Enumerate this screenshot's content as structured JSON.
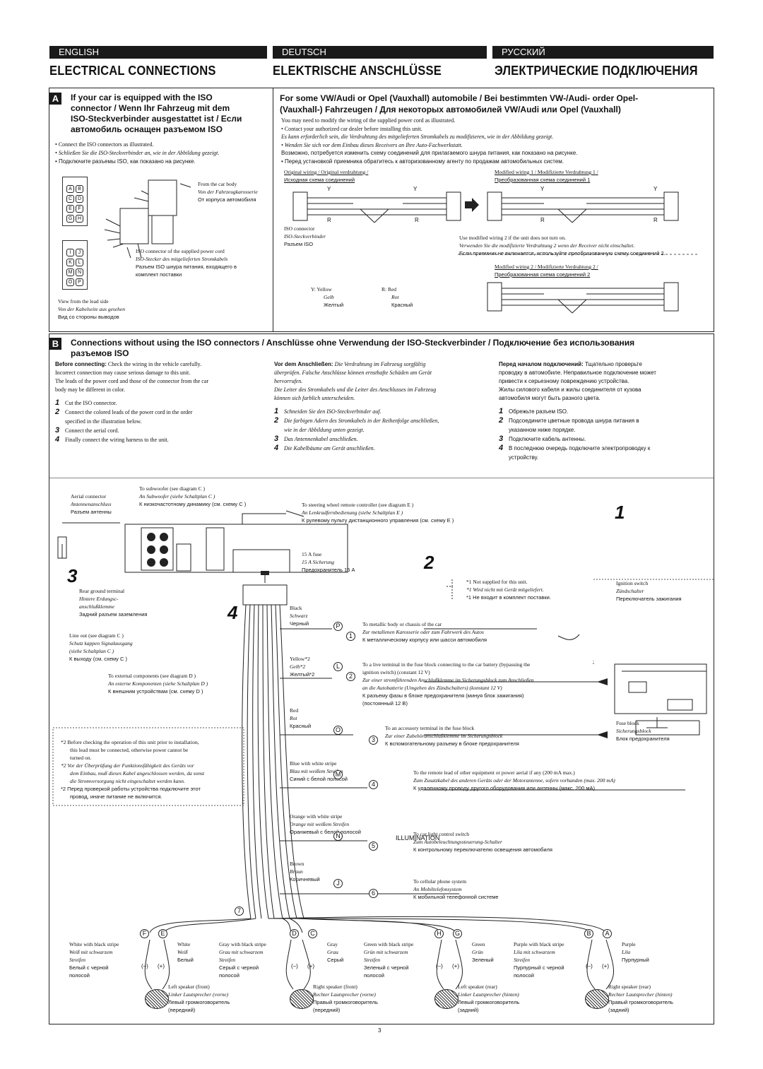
{
  "tabs": {
    "en": "ENGLISH",
    "de": "DEUTSCH",
    "ru": "РУССКИЙ"
  },
  "titles": {
    "en": "ELECTRICAL CONNECTIONS",
    "de": "ELEKTRISCHE ANSCHLÜSSE",
    "ru": "ЭЛЕКТРИЧЕСКИЕ ПОДКЛЮЧЕНИЯ"
  },
  "secA": {
    "badge": "A",
    "heading": [
      "If your car is equipped with the ISO",
      "connector / Wenn Ihr Fahrzeug mit dem",
      "ISO-Steckverbinder ausgestattet ist / Если",
      "автомобиль оснащен разъемом ISO"
    ],
    "bullets": [
      "Connect the ISO connectors as illustrated.",
      "Schließen Sie die ISO-Steckverbinder an, wie in der Abbildung gezeigt.",
      "Подключите разъемы ISO, как показано на рисунке."
    ],
    "car_body": [
      "From the car body",
      "Von der Fahrzeugkarosserie",
      "От корпуса автомобиля"
    ],
    "iso_supplied": [
      "ISO connector of the supplied power cord",
      "ISO-Stecker des mitgelieferten Stromkabels",
      "Разъем ISO шнура питания, входящего в",
      "комплект поставки"
    ],
    "lead_side": [
      "View from the lead side",
      "Von der Kabelseite aus gesehen",
      "Вид со стороны выводов"
    ],
    "pins_top": [
      "A",
      "B",
      "C",
      "D",
      "E",
      "F",
      "G",
      "H"
    ],
    "pins_bot": [
      "I",
      "J",
      "K",
      "L",
      "M",
      "N",
      "O",
      "P"
    ],
    "right_heading": [
      "For some VW/Audi or Opel (Vauxhall) automobile / Bei bestimmten VW-/Audi- order Opel-",
      "(Vauxhall-) Fahrzeugen / Для некоторых автомобилей VW/Audi или Opel (Vauxhall)"
    ],
    "right_body": [
      "You may need to modify the wiring of the supplied power cord as illustrated.",
      "•  Contact your authorized car dealer before installing this unit.",
      "Es kann erforderlich sein, die Verdrahtung des mitgelieferten Stromkabels zu modifizieren, wie in der Abbildung gezeigt.",
      "•  Wenden Sie sich vor dem Einbau dieses Receivers an Ihre Auto-Fachwerkstatt.",
      "Возможно, потребуется изменить схему соединений для прилагаемого шнура питания, как показано на рисунке.",
      "•  Перед установкой приемника обратитесь к авторизованному агенту по продажам автомобильных систем."
    ],
    "orig_wiring": [
      "Original wiring / Original verdrahtung /",
      "Исходная схема соединений"
    ],
    "mod1": [
      "Modified wiring 1 / Modifizierte Verdrahtung 1 /",
      "Преобразованная схема соединений 1"
    ],
    "mod2": [
      "Modified wiring 2 / Modifizierte Verdrahtung 2 /",
      "Преобразованная схема соединений 2"
    ],
    "iso_conn": [
      "ISO connector",
      "ISO-Steckverbinder",
      "Разъем ISO"
    ],
    "use_mod": [
      "Use modified wiring 2 if the unit does not turn on.",
      "Verwenden Sie die modifizierte Verdrahtung 2 wenn der Receiver nicht einschaltet.",
      "Если приемник не включается, используйте преобразованную схему соединений 2."
    ],
    "yellow": [
      "Y:  Yellow",
      "Gelb",
      "Желтый"
    ],
    "red": [
      "R:  Red",
      "Rot",
      "Красный"
    ],
    "Y": "Y",
    "R": "R"
  },
  "secB": {
    "badge": "B",
    "heading": [
      "Connections without using the ISO connectors / Anschlüsse ohne Verwendung der ISO-Steckverbinder / Подключение без использования",
      "разъемов ISO"
    ],
    "en": {
      "before_b": "Before connecting:",
      "before": " Check the wiring in the vehicle carefully.",
      "lines": [
        "Incorrect connection may cause serious damage to this unit.",
        "The leads of the power cord and those of the connector from the car",
        "body may be different in color."
      ],
      "steps": [
        [
          "1",
          "Cut the ISO connector."
        ],
        [
          "2",
          "Connect the colored leads of the power cord in the order"
        ],
        [
          "",
          "specified in the illustration below."
        ],
        [
          "3",
          "Connect the aerial cord."
        ],
        [
          "4",
          "Finally connect the wiring harness to the unit."
        ]
      ]
    },
    "de": {
      "before_b": "Vor dem Anschließen:",
      "before": " Die Verdrahtung im Fahrzeug sorgfältig",
      "lines": [
        "überprüfen. Falsche Anschlüsse können ernsthafte Schäden am Gerät",
        "hervorrufen.",
        "Die Leiter des Stromkabels und die Leiter des Anschlusses im Fahrzeug",
        "können sich farblich unterscheiden."
      ],
      "steps": [
        [
          "1",
          "Schneiden Sie den ISO-Steckverbinder auf."
        ],
        [
          "2",
          "Die farbigen Adern des Stromkabels in der Reihenfolge anschließen,"
        ],
        [
          "",
          "wie in der Abbildung unten gezeigt."
        ],
        [
          "3",
          "Das Antennenkabel anschließen."
        ],
        [
          "4",
          "Die Kabelbäume am Gerät anschließen."
        ]
      ]
    },
    "ru": {
      "before_b": "Перед началом подключений:",
      "before": " Тщательно проверьте",
      "lines": [
        "проводку в автомобиле. Неправильное подключение может",
        "привести к серьезному повреждению устройства.",
        "Жилы силового кабеля и жилы соединителя от кузова",
        "автомобиля могут быть разного цвета."
      ],
      "steps": [
        [
          "1",
          "Обрежьте разъем ISO."
        ],
        [
          "2",
          "Подсоедините цветные провода шнура питания в"
        ],
        [
          "",
          "указанном ниже порядке."
        ],
        [
          "3",
          "Подключите кабель антенны."
        ],
        [
          "4",
          "В последнюю очередь подключите электропроводку к"
        ],
        [
          "",
          "устройству."
        ]
      ]
    }
  },
  "diagram": {
    "aerial": [
      "Aerial connector",
      "Antennenanschluss",
      "Разъем антенны"
    ],
    "subwoofer": [
      "To subwoofer (see diagram C )",
      "An Subwoofer (siehe Schaltplan C )",
      "К низкочастотному динамику (см. схему C )"
    ],
    "steering": [
      "To steering wheel remote controller (see diagram E )",
      "An Lenkradfernbedienung (siehe Schaltplan E )",
      "К рулевому пульту дистанционного управления (см. схему E )"
    ],
    "fuse": [
      "15 A fuse",
      "15 A Sicherung",
      "Предохранитель 15 A"
    ],
    "rear_ground": [
      "Rear ground terminal",
      "Hintere Erdungsc-",
      "anschlußklemme",
      "Задний разъем заземления"
    ],
    "line_out": [
      "Line out (see diagram C )",
      "Schutz kappen Signalausgang",
      "(siehe Schaltplan C )",
      "К выходу (см. схему C )"
    ],
    "ext_comp": [
      "To external components (see diagram D )",
      "An externe Komponenten (siehe Schaltplan D )",
      "К внешним устройствам (см. схему D )"
    ],
    "not_supplied": [
      "*1  Not supplied for this unit.",
      "*1  Wird nicht mit Gerät mitgeliefert.",
      "*1  Не входит в комплект поставки."
    ],
    "ignition": [
      "Ignition switch",
      "Zündschalter",
      "Переключатель зажигания"
    ],
    "fuse_block": [
      "Fuse block",
      "Sicherungsblock",
      "Блок предохранителя"
    ],
    "note2": [
      "*2  Before checking the operation of this unit prior to installation,",
      "this lead must be connected, otherwise power cannot be",
      "turned on.",
      "*2  Vor der Überprüfung der Funktionsfähigkeit des Geräts vor",
      "dem Einbau, muß dieses Kabel angeschlossen werden, da sonst",
      "die Stromversorgung nicht eingeschaltet werden kann.",
      "*2  Перед проверкой работы устройства подключите этот",
      "провод, иначе питание не включится."
    ],
    "wires": [
      {
        "color": [
          "Black",
          "Schwarz",
          "Черный"
        ],
        "letter": "P",
        "num": "1",
        "desc": [
          "To metallic body or chassis of the car",
          "Zur metallenen Karosserie oder zum Fahrwerk des Autos",
          "К металлическому корпусу или шасси автомобиля"
        ]
      },
      {
        "color": [
          "Yellow*2",
          "Gelb*2",
          "Желтый*2"
        ],
        "letter": "L",
        "num": "2",
        "desc": [
          "To a live terminal in the fuse block connecting to the car battery (bypassing the",
          "ignition switch) (constant 12 V)",
          "Zur einer stromführenden Anschlußklemme im Sicherungsblock zum Anschließen",
          "an die Autobatterie (Umgehen des Zündschalters) (konstant 12 V)",
          "К разъему фазы в блоке предохранителя (минуя блок зажигания)",
          "(постоянный 12 В)"
        ]
      },
      {
        "color": [
          "Red",
          "Rot",
          "Красный"
        ],
        "letter": "O",
        "num": "3",
        "desc": [
          "To an accessory terminal in the fuse block",
          "Zur einer Zubehöranschlußklemme im Sicherungsblock",
          "К вспомогательному разъему в блоке предохранителя"
        ]
      },
      {
        "color": [
          "Blue with white stripe",
          "Blau mit weißem Streifen",
          "Синий с белой полосой"
        ],
        "letter": "M",
        "num": "4",
        "desc": [
          "To the remote lead of other equipment or power aerial if any (200 mA max.)",
          "Zum Zusatzkabel des anderen Geräts oder der Motorantenne, sofern vorhanden (max. 200 mA)",
          "К удаленному проводу другого оборудования или антенны (макс. 200 мА)"
        ]
      },
      {
        "color": [
          "Orange with white stripe",
          "Orange mit weißem Streifen",
          "Оранжевый с белой полосой"
        ],
        "letter": "N",
        "num": "5",
        "desc": [
          "To car light control switch",
          "Zum Autobeleuchtungssteuerung-Schalter",
          "К контрольному переключателю освещения автомобиля"
        ]
      },
      {
        "color": [
          "Brown",
          "Braun",
          "Коричневый"
        ],
        "letter": "J",
        "num": "6",
        "desc": [
          "To cellular phone system",
          "An Mobiltelefonsystem",
          "К мобильной телефонной системе"
        ]
      }
    ],
    "illumination": "ILLUMINATION",
    "seven": "7",
    "steps_big": [
      "1",
      "2",
      "3",
      "4"
    ],
    "speakers": [
      {
        "l1": "F",
        "l2": "E",
        "c1": [
          "White with black stripe",
          "Weiß mit schwarzem",
          "Streifen",
          "Белый с черной",
          "полосой"
        ],
        "c2": [
          "White",
          "Weiß",
          "Белый"
        ],
        "name": [
          "Left speaker (front)",
          "Linker Lautsprecher (vorne)",
          "Левый громкоговоритель",
          "(передний)"
        ]
      },
      {
        "l1": "D",
        "l2": "C",
        "c1": [
          "Gray with black stripe",
          "Grau mit schwarzem",
          "Streifen",
          "Серый с черной",
          "полосой"
        ],
        "c2": [
          "Gray",
          "Grau",
          "Серый"
        ],
        "name": [
          "Right speaker (front)",
          "Rechter Lautsprecher (vorne)",
          "Правый громкоговоритель",
          "(передний)"
        ]
      },
      {
        "l1": "H",
        "l2": "G",
        "c1": [
          "Green with black stripe",
          "Grün mit schwarzem",
          "Streifen",
          "Зеленый с черной",
          "полосой"
        ],
        "c2": [
          "Green",
          "Grün",
          "Зеленый"
        ],
        "name": [
          "Left speaker (rear)",
          "Linker Lautsprecher (hinten)",
          "Левый громкоговоритель",
          "(задний)"
        ]
      },
      {
        "l1": "B",
        "l2": "A",
        "c1": [
          "Purple with black stripe",
          "Lila mit schwarzem",
          "Streifen",
          "Пурпурный с черной",
          "полосой"
        ],
        "c2": [
          "Purple",
          "Lila",
          "Пурпурный"
        ],
        "name": [
          "Right speaker (rear)",
          "Rechter Lautsprecher (hinten)",
          "Правый громкоговоритель",
          "(задний)"
        ]
      }
    ],
    "minus": "(–)",
    "plus": "(+)"
  },
  "page_number": "3"
}
